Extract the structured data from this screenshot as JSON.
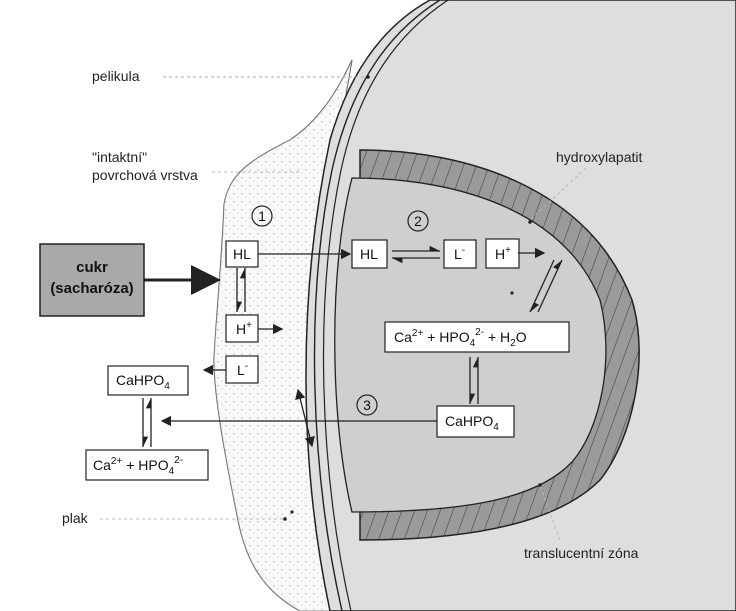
{
  "labels": {
    "pelikula": "pelikula",
    "intaktni_1": "\"intaktní\"",
    "intaktni_2": "povrchová vrstva",
    "hydroxylapatit": "hydroxylapatit",
    "plak": "plak",
    "translucentni": "translucentní zóna"
  },
  "sugar": {
    "line1": "cukr",
    "line2": "(sacharóza)"
  },
  "steps": {
    "one": "1",
    "two": "2",
    "three": "3"
  },
  "boxes": {
    "hl_left": "HL",
    "h_left_base": "H",
    "h_left_sup": "+",
    "l_left_base": "L",
    "l_left_sup": "-",
    "hl_inner": "HL",
    "l_inner_base": "L",
    "l_inner_sup": "-",
    "h_inner_base": "H",
    "h_inner_sup": "+",
    "eq": {
      "ca": "Ca",
      "ca_sup": "2+",
      "plus1": " + HPO",
      "hpo_sub": "4",
      "hpo_sup": "2-",
      "plus2": " + H",
      "h2o_sub": "2",
      "o": "O"
    },
    "cahpo_inner": {
      "base": "CaHPO",
      "sub": "4"
    },
    "cahpo_left": {
      "base": "CaHPO",
      "sub": "4"
    },
    "ion_left": {
      "ca": "Ca",
      "ca_sup": "2+",
      "plus1": " + HPO",
      "hpo_sub": "4",
      "hpo_sup": "2-"
    }
  },
  "colors": {
    "enamel": "#dcdcdc",
    "plaque": "#f3f3f3",
    "sugar_box": "#a9a9a9",
    "stripe": "#8a8a8a"
  }
}
